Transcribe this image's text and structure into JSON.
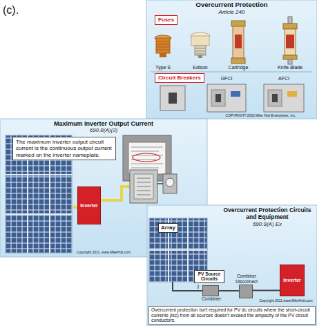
{
  "diagram": {
    "nodes": [
      {
        "text": [
          "Overcurrent Protection",
          "Article 240"
        ]
      },
      {
        "text": [
          "Fuses"
        ],
        "in": 0
      },
      {
        "text": [
          "Circuit Breakers"
        ],
        "in": 0
      },
      {
        "text": [
          "Maximum Inverter Output Current",
          "690.8(A)(3)"
        ]
      },
      {
        "text": [
          "The maximum inverter output circuit current is the continuous output current marked on the inverter nameplate."
        ],
        "in": 3
      },
      {
        "text": [
          "Inverter"
        ],
        "in": 3
      },
      {
        "text": [
          "Overcurrent Protection Circuits and Equipment",
          "690.9(A) Ex"
        ]
      },
      {
        "text": [
          "Array"
        ],
        "in": 6
      },
      {
        "text": [
          "PV Source Circuits"
        ],
        "in": 6
      },
      {
        "text": [
          "Combiner"
        ],
        "in": 6
      },
      {
        "text": [
          "Combiner Disconnect"
        ],
        "in": 6
      },
      {
        "text": [
          "Inverter"
        ],
        "in": 6
      },
      {
        "text": [
          "Overcurrent protection isn't required for PV dc circuits where the short-circuit currents (Isc) from all sources doesn't exceed the ampacity of the PV circuit conductors."
        ],
        "in": 6
      }
    ],
    "edges": [
      {
        "from": 9,
        "to": 10,
        "arrow": "none"
      },
      {
        "from": 10,
        "to": 11,
        "arrow": "none"
      }
    ],
    "labels": [
      "(c).",
      "Type S",
      "Edison",
      "Cartridge",
      "Knife-Blade",
      "GFCI",
      "AFCI",
      "COPYRIGHT 2002 Mike Holt Enterprises, Inc.",
      "Copyright 2011, www.MikeHolt.com",
      "Copyright 2011 www.MikeHolt.com"
    ]
  }
}
